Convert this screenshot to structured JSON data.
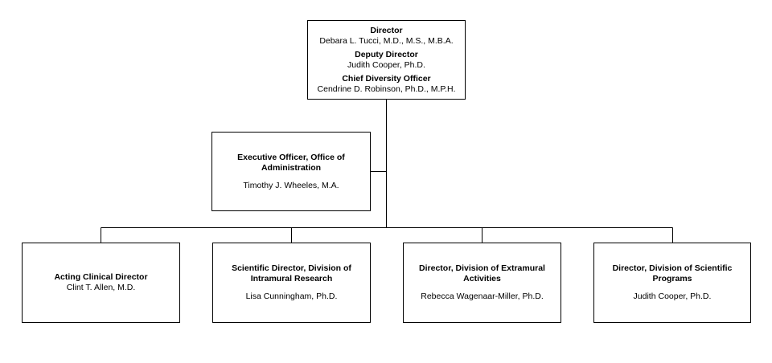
{
  "director_box": {
    "director_title": "Director",
    "director_name": "Debara L. Tucci, M.D., M.S., M.B.A.",
    "deputy_title": "Deputy Director",
    "deputy_name": "Judith Cooper, Ph.D.",
    "cdo_title": "Chief Diversity Officer",
    "cdo_name": "Cendrine D. Robinson, Ph.D., M.P.H."
  },
  "executive_box": {
    "title": "Executive Officer, Office of Administration",
    "name": "Timothy J. Wheeles, M.A."
  },
  "divisions": [
    {
      "title": "Acting Clinical Director",
      "name": "Clint T. Allen, M.D."
    },
    {
      "title": "Scientific Director, Division of Intramural Research",
      "name": "Lisa Cunningham, Ph.D."
    },
    {
      "title": "Director, Division of Extramural Activities",
      "name": "Rebecca Wagenaar-Miller, Ph.D."
    },
    {
      "title": "Director, Division of Scientific Programs",
      "name": "Judith Cooper, Ph.D."
    }
  ]
}
